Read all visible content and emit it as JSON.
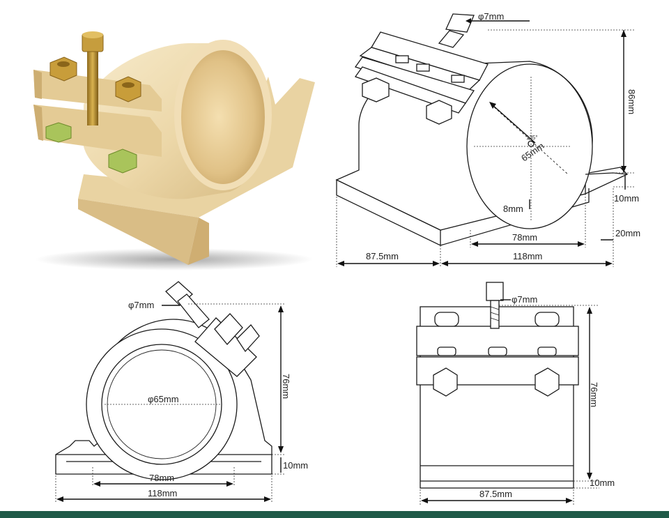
{
  "labels": {
    "phi7_top": "φ7mm",
    "h86": "86mm",
    "h10_right": "10mm",
    "w20": "20mm",
    "d65": "65mm",
    "angle135": "135°",
    "t8": "8mm",
    "w78_top": "78mm",
    "w875_top": "87.5mm",
    "w118_top": "118mm",
    "phi7_front": "φ7mm",
    "phi65_front": "φ65mm",
    "h76_front": "76mm",
    "h10_front": "10mm",
    "w78_front": "78mm",
    "w118_front": "118mm",
    "phi7_side": "φ7mm",
    "h76_side": "76mm",
    "h10_side": "10mm",
    "w875_side": "87.5mm"
  },
  "colors": {
    "bottom_bar": "#1f5a48",
    "metal_light": "#f3e3bf",
    "metal_mid": "#e6cf9e",
    "metal_dark": "#c9ad74",
    "bore": "#e2c58e",
    "bolt": "#b8902f",
    "nut_light": "#a8c25a"
  }
}
